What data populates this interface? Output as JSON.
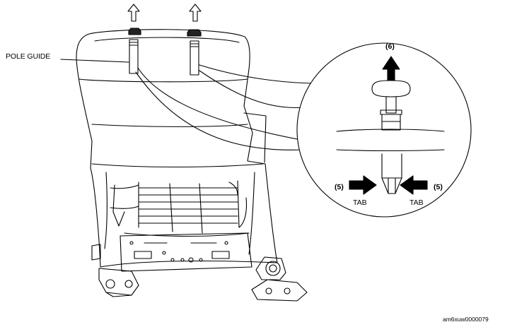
{
  "labels": {
    "pole_guide": "POLE GUIDE",
    "step_pull": "(6)",
    "step_press_left": "(5)",
    "step_press_right": "(5)",
    "tab_left": "TAB",
    "tab_right": "TAB",
    "figure_code": "am6xuw0000079"
  },
  "colors": {
    "line": "#000000",
    "background": "#ffffff",
    "arrow_fill": "#000000"
  },
  "icons": {
    "up_arrows": "outline-up-arrow-icon",
    "pull_arrow": "solid-up-arrow-icon",
    "press_arrows": "solid-right-left-arrow-icon"
  }
}
